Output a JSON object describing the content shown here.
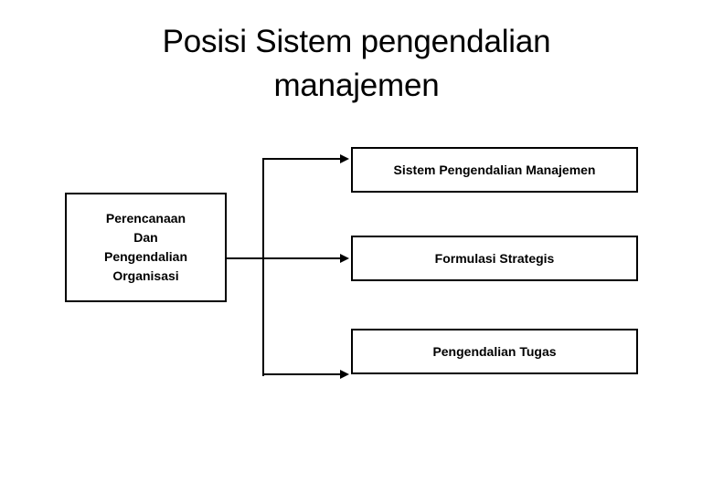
{
  "slide": {
    "title": "Posisi Sistem pengendalian\nmanajemen",
    "background_color": "#ffffff",
    "line_color": "#000000",
    "text_color": "#000000"
  },
  "diagram": {
    "source_node": {
      "label": "Perencanaan\nDan\nPengendalian\nOrganisasi"
    },
    "target_nodes": [
      {
        "label": "Sistem Pengendalian Manajemen"
      },
      {
        "label": "Formulasi Strategis"
      },
      {
        "label": "Pengendalian Tugas"
      }
    ],
    "connectors": [
      {
        "name": "arrow-to-sistem-pengendalian-manajemen"
      },
      {
        "name": "arrow-to-formulasi-strategis"
      },
      {
        "name": "arrow-to-pengendalian-tugas"
      }
    ]
  }
}
